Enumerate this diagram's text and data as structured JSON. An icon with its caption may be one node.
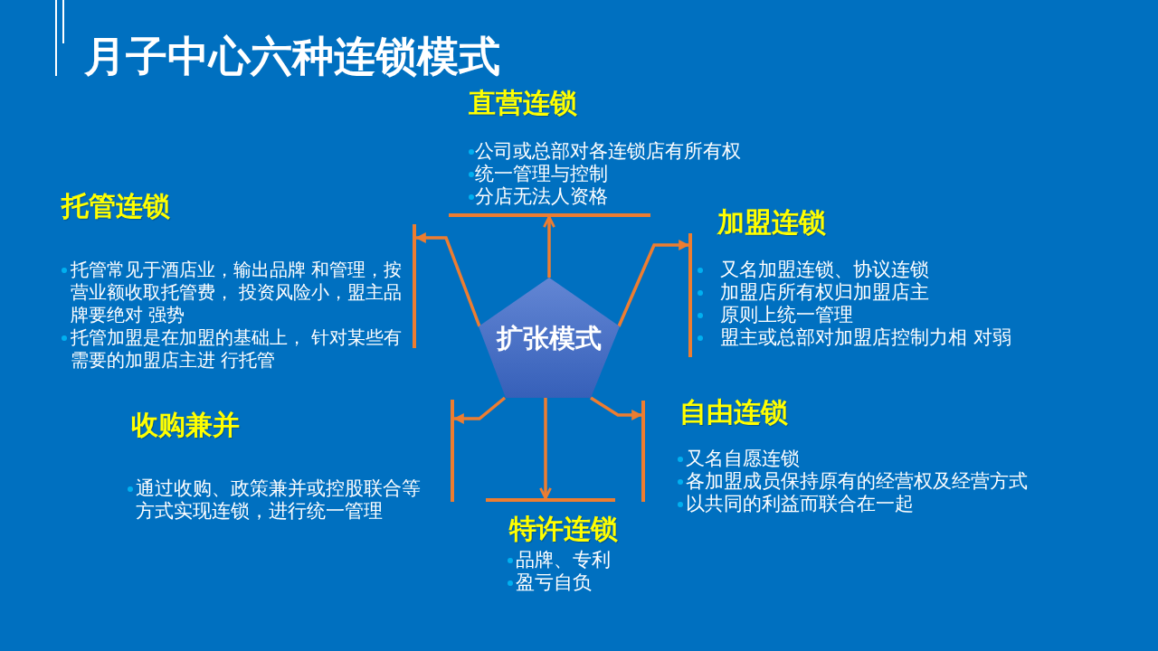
{
  "diagram": {
    "title": "月子中心六种连锁模式",
    "nodes": [
      {
        "text": [
          "直营连锁",
          "公司或总部对各连锁店有所有权",
          "统一管理与控制",
          "分店无法人资格"
        ]
      },
      {
        "text": [
          "托管连锁",
          "托管常见于酒店业，输出品牌 和管理，按营业额收取托管费， 投资风险小，盟主品牌要绝对 强势",
          "托管加盟是在加盟的基础上， 针对某些有需要的加盟店主进 行托管"
        ]
      },
      {
        "text": [
          "加盟连锁",
          "又名加盟连锁、协议连锁",
          "加盟店所有权归加盟店主",
          "原则上统一管理",
          "盟主或总部对加盟店控制力相 对弱"
        ]
      },
      {
        "text": [
          "扩张模式"
        ]
      },
      {
        "text": [
          "收购兼并",
          "通过收购、政策兼并或控股联合等方式实现连锁，进行统一管理"
        ]
      },
      {
        "text": [
          "自由连锁",
          "又名自愿连锁",
          "各加盟成员保持原有的经营权及经营方式",
          "以共同的利益而联合在一起"
        ]
      },
      {
        "text": [
          "特许连锁",
          "品牌、专利",
          "盈亏自负"
        ]
      }
    ],
    "edges": [
      {
        "from": 3,
        "to": 0,
        "arrow": "to"
      },
      {
        "from": 3,
        "to": 1,
        "arrow": "to"
      },
      {
        "from": 3,
        "to": 2,
        "arrow": "to"
      },
      {
        "from": 3,
        "to": 4,
        "arrow": "to"
      },
      {
        "from": 3,
        "to": 5,
        "arrow": "to"
      },
      {
        "from": 3,
        "to": 6,
        "arrow": "to"
      }
    ]
  }
}
